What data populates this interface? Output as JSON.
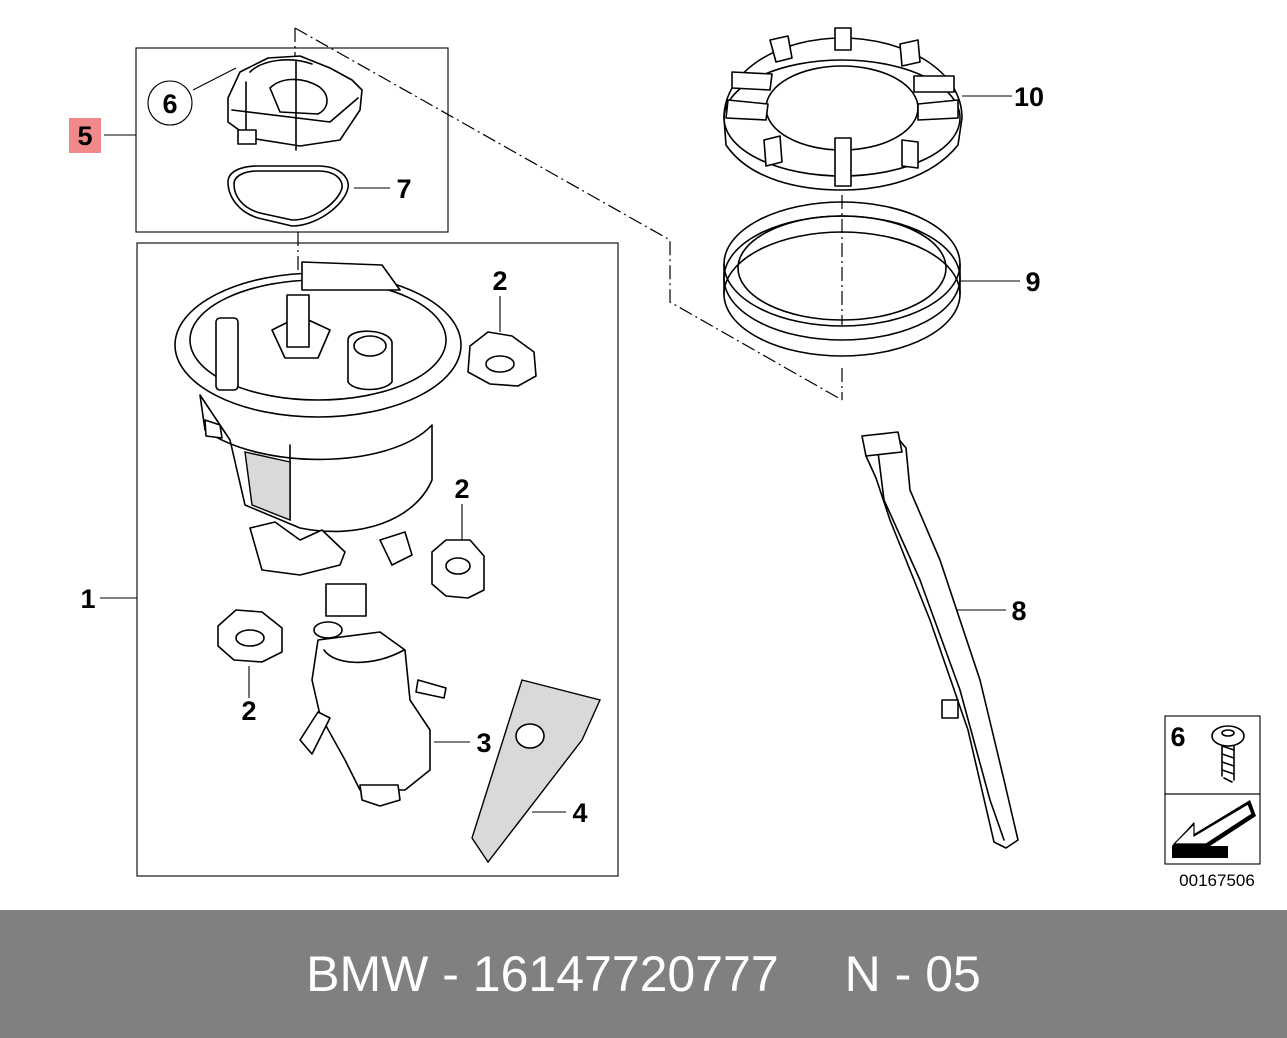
{
  "callouts": {
    "c1": "1",
    "c2a": "2",
    "c2b": "2",
    "c2c": "2",
    "c3": "3",
    "c4": "4",
    "c5": "5",
    "c6": "6",
    "c7": "7",
    "c8": "8",
    "c9": "9",
    "c10": "10"
  },
  "inset": {
    "label": "6",
    "drawing_number": "00167506"
  },
  "colors": {
    "highlight": "#f08a8a",
    "footer_bg": "#808080",
    "footer_text": "#ffffff"
  },
  "footer": {
    "brand_part": "BMW - 16147720777",
    "code": "N - 05"
  }
}
